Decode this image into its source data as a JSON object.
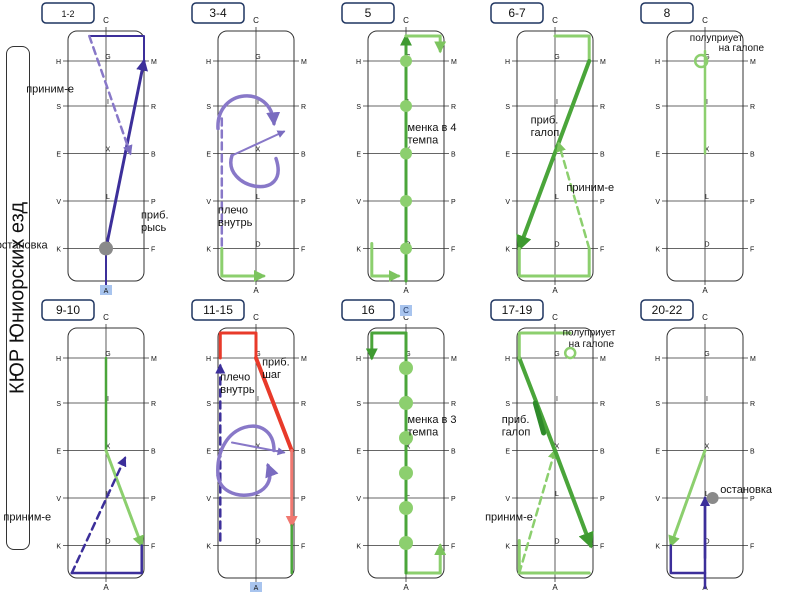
{
  "title": "КЮР Юниорских езд",
  "colors": {
    "blue": "#3c2f9a",
    "blue_light": "#8878c8",
    "green": "#4aa53a",
    "green_light": "#8ccf6e",
    "green_dark": "#2e8a2a",
    "red": "#e83a2a",
    "red_light": "#f07870",
    "badge": "#a8c4ee",
    "halt": "#8a8a8a"
  },
  "arena_letters": {
    "top": "C",
    "bottom": "A",
    "left": [
      "H",
      "S",
      "E",
      "V",
      "K"
    ],
    "center": [
      "G",
      "I",
      "X",
      "L",
      "D"
    ],
    "right": [
      "M",
      "R",
      "B",
      "P",
      "F"
    ]
  },
  "panels": [
    {
      "label": "1-2",
      "annotations": [
        "приним-е",
        "приб. рысь",
        "остановка"
      ],
      "badge_bottom": "A"
    },
    {
      "label": "3-4",
      "annotations": [
        "плечо внутрь"
      ]
    },
    {
      "label": "5",
      "annotations": [
        "менка в 4 темпа"
      ]
    },
    {
      "label": "6-7",
      "annotations": [
        "приб. галоп",
        "приним-е"
      ]
    },
    {
      "label": "8",
      "annotations": [
        "полуприует на галопе"
      ]
    },
    {
      "label": "9-10",
      "annotations": [
        "приним-е"
      ]
    },
    {
      "label": "11-15",
      "annotations": [
        "плечо внутрь",
        "приб. шаг"
      ],
      "badge_bottom": "A"
    },
    {
      "label": "16",
      "annotations": [
        "менка в 3 темпа"
      ],
      "badge_top": "C"
    },
    {
      "label": "17-19",
      "annotations": [
        "полуприует на галопе",
        "приб. галоп",
        "приним-е"
      ]
    },
    {
      "label": "20-22",
      "annotations": [
        "остановка"
      ]
    }
  ]
}
